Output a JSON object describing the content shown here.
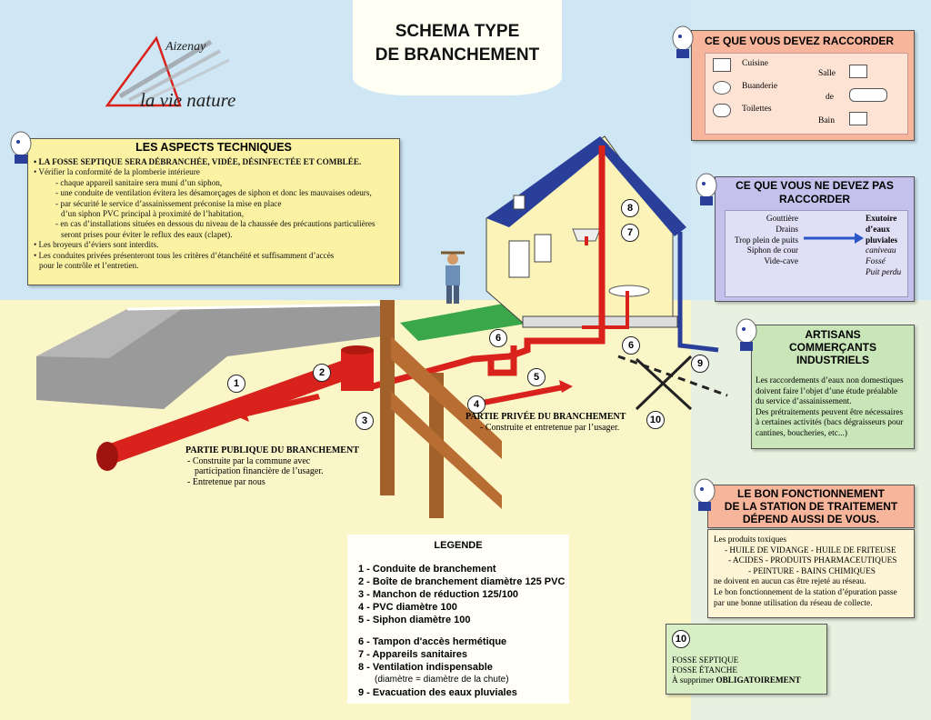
{
  "title": [
    "SCHEMA TYPE",
    "DE BRANCHEMENT"
  ],
  "logo": {
    "top": "Aizenay",
    "bottom": "la vie nature"
  },
  "tech": {
    "heading": "LES ASPECTS TECHNIQUES",
    "lines": [
      "• LA FOSSE SEPTIQUE SERA DÉBRANCHÉE, VIDÉE, DÉSINFECTÉE ET COMBLÉE.",
      "• Vérifier la conformité de la plomberie intérieure",
      "- chaque appareil sanitaire sera muni d’un siphon,",
      "- une conduite de ventilation évitera les désamorçages de siphon et donc les mauvaises odeurs,",
      "- par sécurité le service d’assainissement préconise la mise en place",
      "d’un siphon PVC principal à proximité de l’habitation,",
      "- en cas d’installations situées en dessous du niveau de la chaussée des précautions particulières",
      "seront prises pour éviter le reflux des eaux (clapet).",
      "• Les broyeurs d’éviers sont interdits.",
      "• Les conduites privées présenteront tous les critères d’étanchéité et suffisamment d’accès",
      "pour le contrôle et l’entretien."
    ]
  },
  "raccorder": {
    "heading": "CE QUE VOUS DEVEZ RACCORDER",
    "left": [
      "Cuisine",
      "Buanderie",
      "Toilettes"
    ],
    "right": [
      "Salle",
      "de",
      "Bain"
    ]
  },
  "ne_pas": {
    "heading": [
      "CE QUE VOUS NE DEVEZ PAS",
      "RACCORDER"
    ],
    "items": [
      "Gouttière",
      "Drains",
      "Trop plein de puits",
      "Siphon de cour",
      "Vide-cave"
    ],
    "dest_bold": [
      "Exutoire",
      "d’eaux",
      "pluviales"
    ],
    "dest_italic": [
      "caniveau",
      "Fossé",
      "Puit perdu"
    ]
  },
  "artisans": {
    "heading": [
      "ARTISANS",
      "COMMERÇANTS",
      "INDUSTRIELS"
    ],
    "lines": [
      "Les raccordements d’eaux non domestiques",
      "doivent faire l’objet d’une étude préalable",
      "du service d’assainissement.",
      "Des prétraitements peuvent être nécessaires",
      "à certaines activités (bacs dégraisseurs pour",
      "cantines, boucheries, etc...)"
    ]
  },
  "bon": {
    "heading": [
      "LE BON FONCTIONNEMENT",
      "DE LA STATION DE TRAITEMENT",
      "DÉPEND AUSSI DE VOUS."
    ],
    "lines": [
      "Les produits toxiques",
      "- HUILE DE VIDANGE - HUILE DE FRITEUSE",
      "- ACIDES - PRODUITS PHARMACEUTIQUES",
      "- PEINTURE - BAINS CHIMIQUES",
      "ne doivent en aucun cas être rejeté au réseau.",
      "Le bon fonctionnement de la station d’épuration passe",
      "par une bonne utilisation du réseau de collecte."
    ]
  },
  "fosse": {
    "num": "10",
    "lines": [
      "FOSSE SEPTIQUE",
      "FOSSE ÉTANCHE"
    ],
    "last_pre": "À supprimer ",
    "last_bold": "OBLIGATOIREMENT"
  },
  "public": {
    "heading": "PARTIE PUBLIQUE DU BRANCHEMENT",
    "lines": [
      "- Construite par la commune avec",
      "participation financière de l’usager.",
      "- Entretenue par nous"
    ]
  },
  "privee": {
    "heading": "PARTIE PRIVÉE DU BRANCHEMENT",
    "lines": [
      "- Construite et entretenue par l’usager."
    ]
  },
  "legend": {
    "heading": "LEGENDE",
    "items": [
      "1 - Conduite de branchement",
      "2 - Boîte de branchement diamètre 125 PVC",
      "3 - Manchon de réduction 125/100",
      "4 - PVC diamètre 100",
      "5 - Siphon diamètre 100",
      "6 - Tampon d'accès hermétique",
      "7 - Appareils sanitaires",
      "8 - Ventilation indispensable",
      "9 - Evacuation des eaux pluviales"
    ],
    "sub": "(diamètre = diamètre de la chute)"
  },
  "markers": [
    "1",
    "2",
    "3",
    "4",
    "5",
    "6",
    "6",
    "7",
    "8",
    "9",
    "10"
  ],
  "colors": {
    "pipe": "#d9221c",
    "roof": "#2a3f9a",
    "house": "#fbf3b8",
    "lawn": "#3aa84a"
  }
}
